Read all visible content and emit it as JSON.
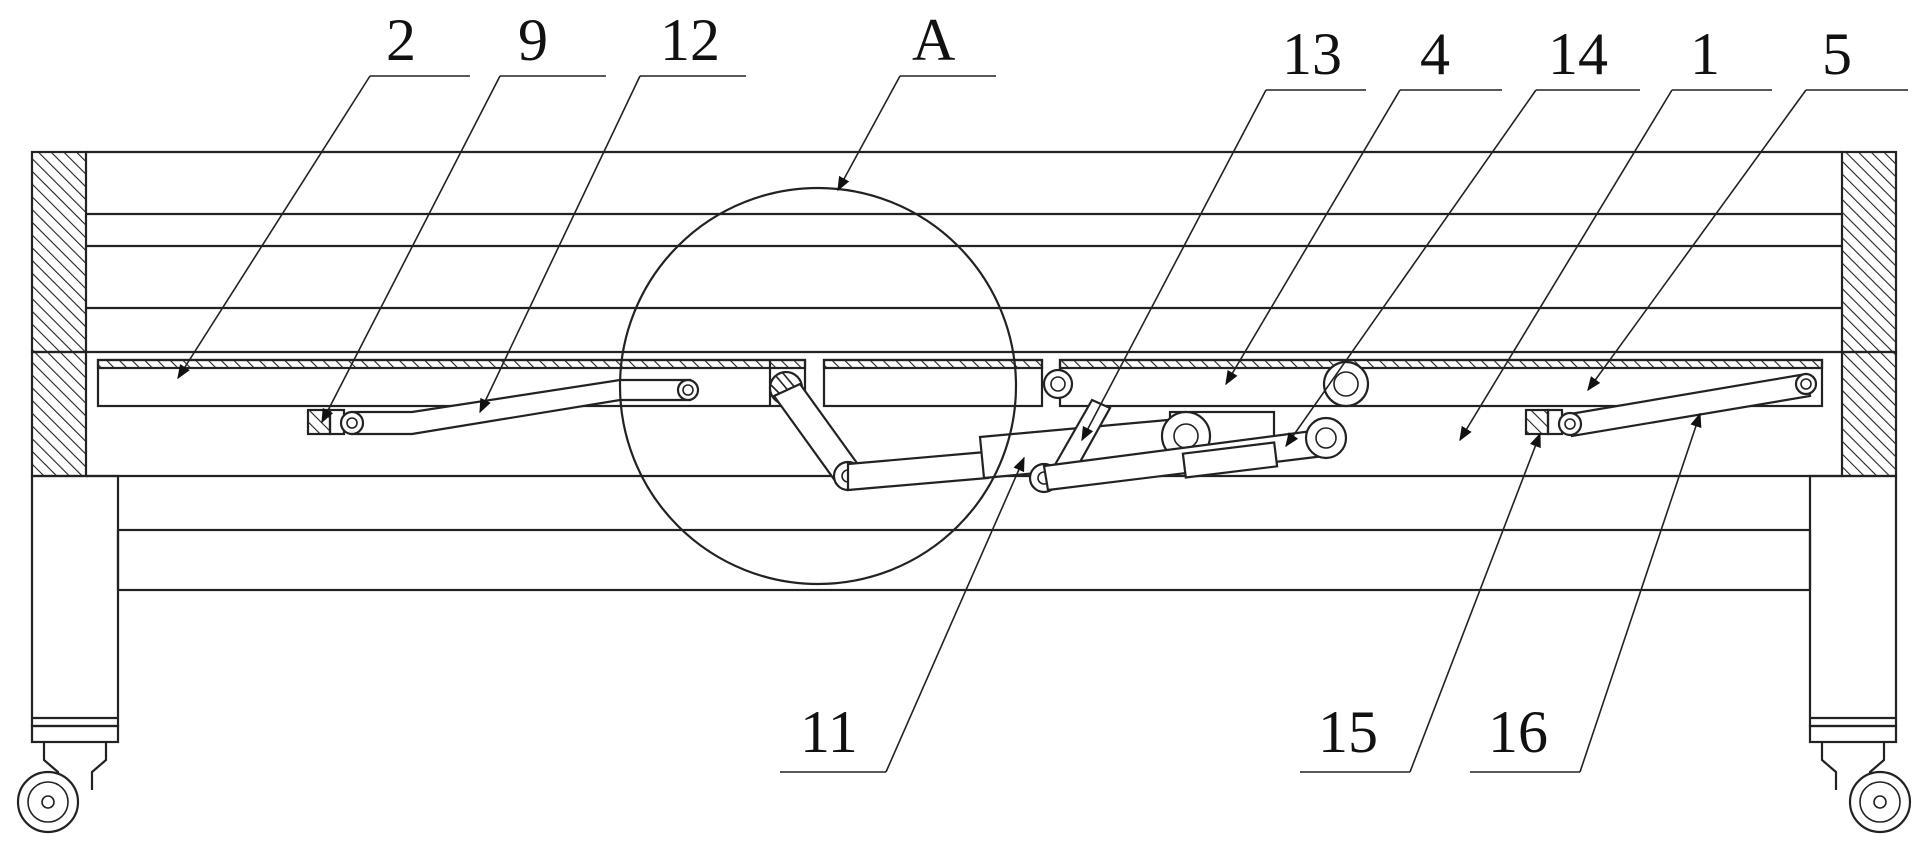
{
  "figure": {
    "labels": {
      "l2": "2",
      "l9": "9",
      "l12": "12",
      "lA": "A",
      "l13": "13",
      "l4": "4",
      "l14": "14",
      "l1": "1",
      "l5": "5",
      "l11": "11",
      "l15": "15",
      "l16": "16"
    }
  }
}
